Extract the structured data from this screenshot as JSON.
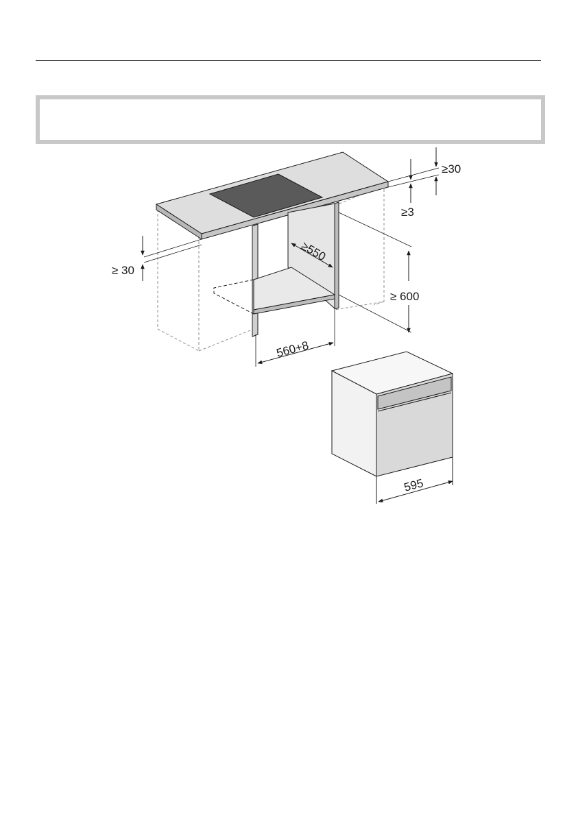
{
  "page": {
    "title_text": ""
  },
  "figure": {
    "dimensions": {
      "worktop_top_clearance": "≥30",
      "hob_recess": "≥3",
      "worktop_front_clearance": "≥ 30",
      "niche_depth": "≥550",
      "niche_height": "≥ 600",
      "niche_width": "560+8",
      "oven_width": "595"
    },
    "colors": {
      "line": "#1a1a1a",
      "dashed": "#8c8c8c",
      "worktop_top": "#dedede",
      "worktop_edge": "#b8b8b8",
      "hob": "#5a5a5a",
      "panel": "#e6e6e6",
      "oven_front": "#d9d9d9",
      "title_border": "#c8c8c8"
    }
  }
}
